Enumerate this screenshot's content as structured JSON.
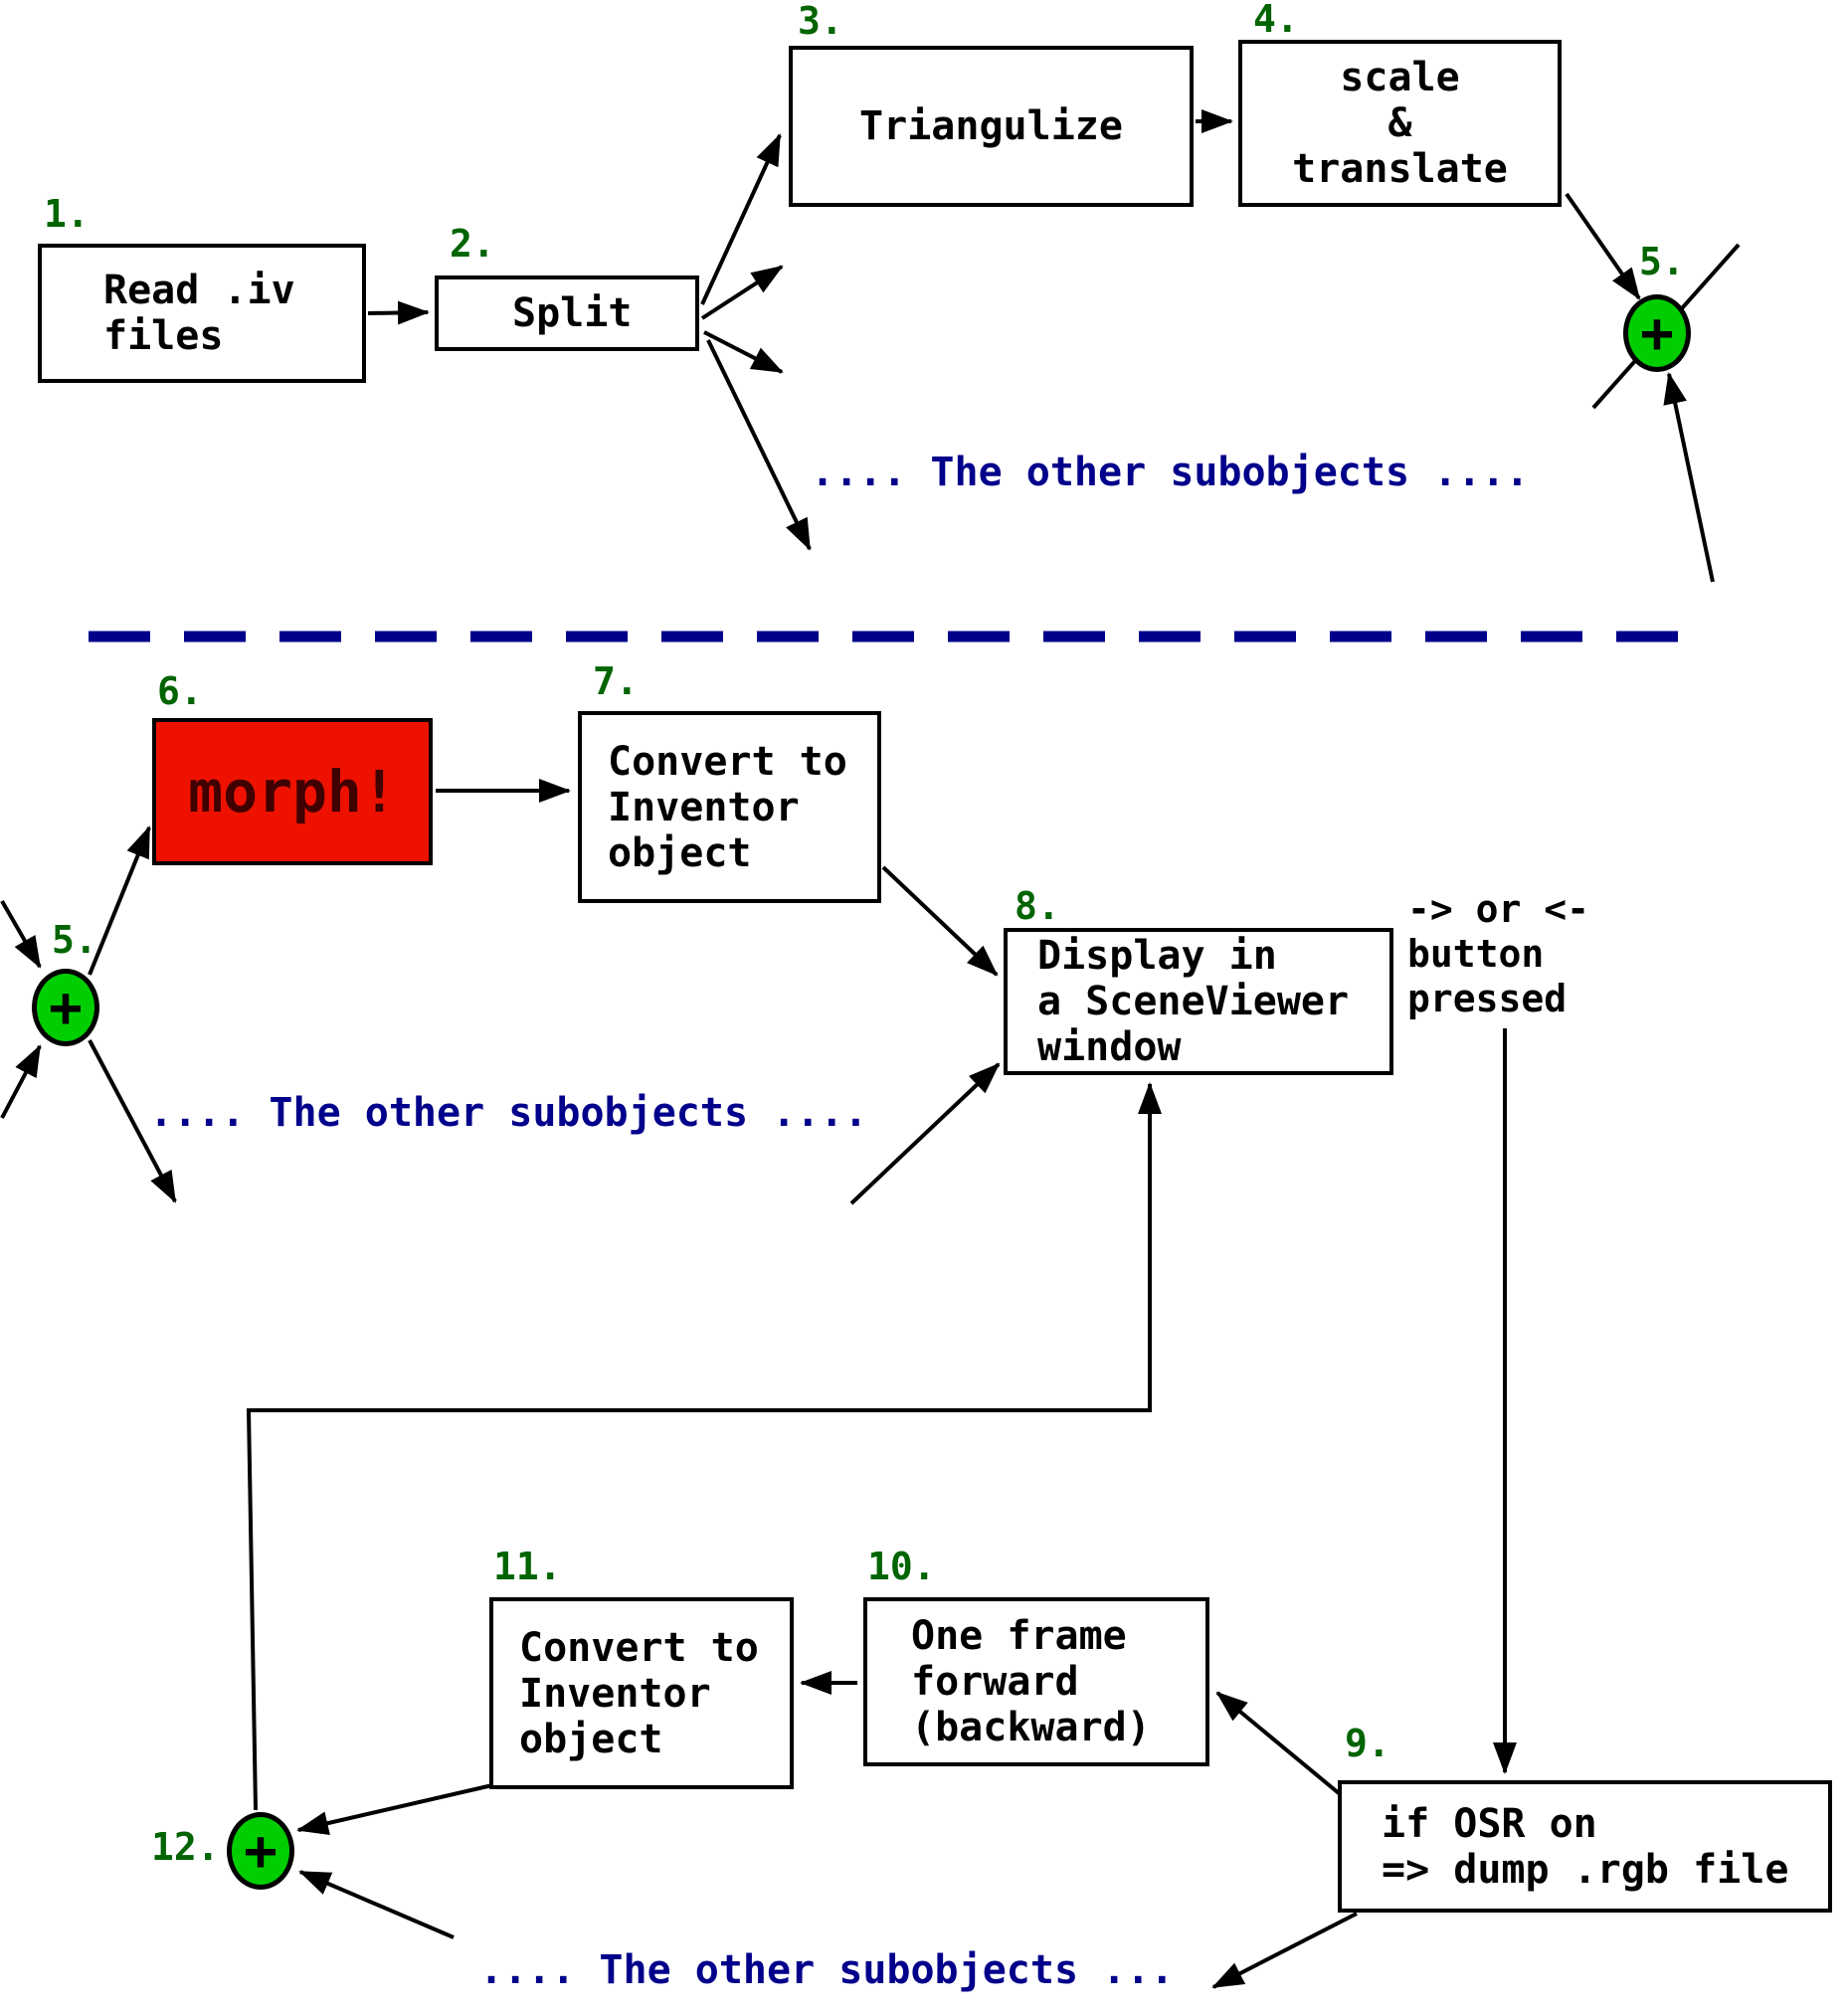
{
  "diagram": {
    "boxes": {
      "read": {
        "num": "1.",
        "label": "Read .iv\nfiles"
      },
      "split": {
        "num": "2.",
        "label": "Split"
      },
      "triangulize": {
        "num": "3.",
        "label": "Triangulize"
      },
      "scale": {
        "num": "4.",
        "label": "scale\n&\ntranslate"
      },
      "morph": {
        "num": "6.",
        "label": "morph!"
      },
      "convert_top": {
        "num": "7.",
        "label": "Convert to\nInventor\nobject"
      },
      "display": {
        "num": "8.",
        "label": "Display in\na SceneViewer\nwindow"
      },
      "osr": {
        "num": "9.",
        "label": "if OSR on\n=> dump .rgb file"
      },
      "frame": {
        "num": "10.",
        "label": "One frame\nforward\n(backward)"
      },
      "convert_bottom": {
        "num": "11.",
        "label": "Convert to\nInventor\nobject"
      }
    },
    "junctions": {
      "top": {
        "num": "5.",
        "symbol": "+"
      },
      "left": {
        "num": "5.",
        "symbol": "+"
      },
      "bottom": {
        "num": "12.",
        "symbol": "+"
      }
    },
    "notes": {
      "subobjects_top": ".... The other subobjects ....",
      "subobjects_mid": ".... The other subobjects ....",
      "subobjects_bottom": ".... The other subobjects ...",
      "button": "-> or <-\nbutton\npressed"
    },
    "colors": {
      "step_number": "#006400",
      "note_text": "#00008B",
      "divider": "#00008B",
      "morph_bg": "#EE1100",
      "morph_text": "#400000",
      "junction_fill": "#00CE00",
      "box_border": "#000000"
    }
  }
}
